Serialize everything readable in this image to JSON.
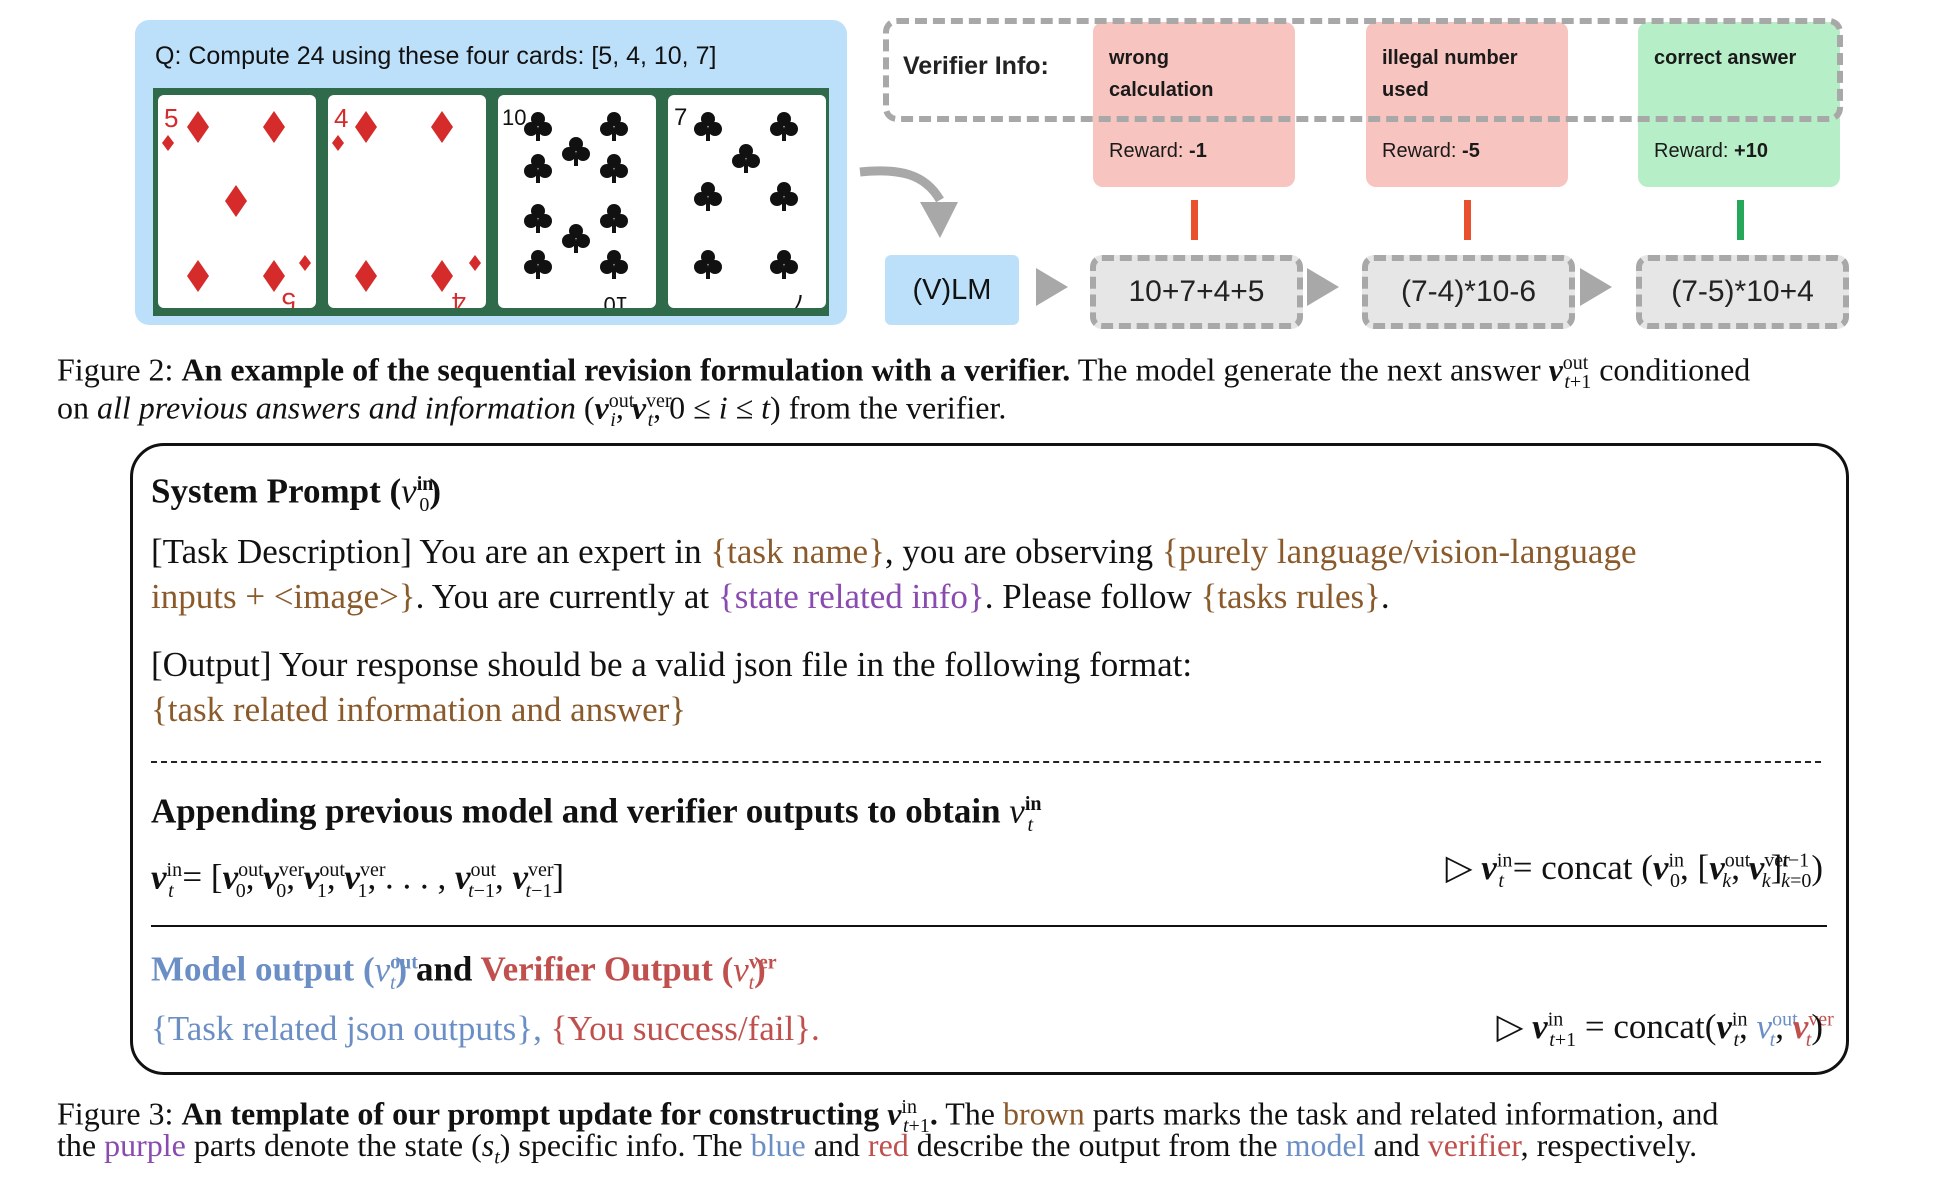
{
  "figure2": {
    "question": "Q: Compute 24 using these four cards: [5, 4, 10, 7]",
    "cards": [
      {
        "rank": "5",
        "suit": "diamonds"
      },
      {
        "rank": "4",
        "suit": "diamonds"
      },
      {
        "rank": "10",
        "suit": "clubs"
      },
      {
        "rank": "7",
        "suit": "clubs"
      }
    ],
    "model_label": "(V)LM",
    "verifier_label": "Verifier Info:",
    "answers": [
      "10+7+4+5",
      "(7-4)*10-6",
      "(7-5)*10+4"
    ],
    "rewards": [
      {
        "title_line1": "wrong",
        "title_line2": "calculation",
        "reward_prefix": "Reward: ",
        "reward_value": "-1",
        "color": "#f8c4bf"
      },
      {
        "title_line1": "illegal number",
        "title_line2": "used",
        "reward_prefix": "Reward: ",
        "reward_value": "-5",
        "color": "#f8c4bf"
      },
      {
        "title_line1": "correct answer",
        "title_line2": "",
        "reward_prefix": "Reward: ",
        "reward_value": "+10",
        "color": "#b6efc7"
      }
    ],
    "tick_colors": [
      "#e8502e",
      "#e8502e",
      "#26a85a"
    ],
    "caption_fig": "Figure 2: ",
    "caption_bold": "An example of the sequential revision formulation with a verifier.",
    "caption_rest1": " The model generate the next answer ",
    "caption_rest2": " conditioned",
    "caption_line2_a": "on ",
    "caption_line2_it": "all previous answers and information",
    "caption_line2_b": " from the verifier."
  },
  "figure3": {
    "system_prompt_title": "System Prompt",
    "task_desc_1": "[Task Description] You are an expert in ",
    "task_name": "{task name}",
    "task_desc_2": ", you are observing ",
    "inputs_a": "{purely language/vision-language",
    "inputs_b": "inputs + <image>}",
    "task_desc_3": ". You are currently at ",
    "state_info": "{state related info}",
    "task_desc_4": ". Please follow ",
    "task_rules": "{tasks rules}",
    "task_desc_5": ".",
    "output_line": "[Output] Your response should be a valid json file in the following format:",
    "output_format": "{task related information and answer}",
    "append_title": "Appending previous model and verifier outputs to obtain",
    "concat_word": "concat",
    "model_output_title": "Model output",
    "and_word": "and",
    "verifier_output_title": "Verifier Output",
    "json_outputs": "{Task related json outputs}",
    "success_fail": "{You success/fail}",
    "caption_fig": "Figure 3: ",
    "caption_bold": "An template of our prompt update for constructing",
    "caption_rest1": " The ",
    "brown_word": "brown",
    "caption_rest2": " parts marks the task and related information, and",
    "caption_l2_a": "the ",
    "purple_word": "purple",
    "caption_l2_b": " parts denote the state ",
    "caption_l2_c": " specific info. The ",
    "blue_word": "blue",
    "caption_l2_d": " and ",
    "red_word": "red",
    "caption_l2_e": " describe the output from the ",
    "model_word": "model",
    "caption_l2_f": " and ",
    "verifier_word": "verifier",
    "caption_l2_g": ", respectively."
  }
}
